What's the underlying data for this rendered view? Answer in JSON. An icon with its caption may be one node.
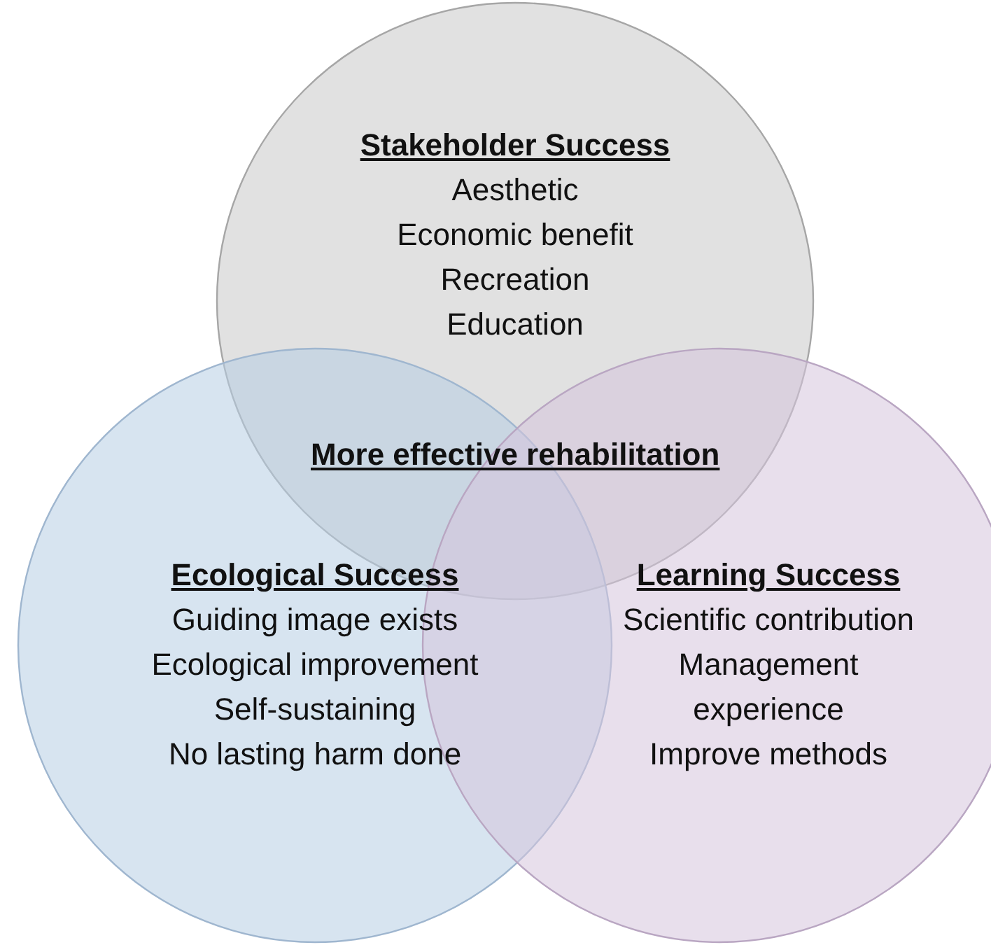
{
  "diagram": {
    "nodes": [
      {
        "text": [
          "Stakeholder Success",
          "Aesthetic",
          "Economic benefit",
          "Recreation",
          "Education"
        ]
      },
      {
        "text": [
          "Ecological Success",
          "Guiding image exists",
          "Ecological improvement",
          "Self-sustaining",
          "No lasting harm done"
        ]
      },
      {
        "text": [
          "Learning Success",
          "Scientific contribution",
          "Management experience",
          "Improve methods"
        ]
      }
    ],
    "labels": [
      "More effective rehabilitation"
    ]
  }
}
